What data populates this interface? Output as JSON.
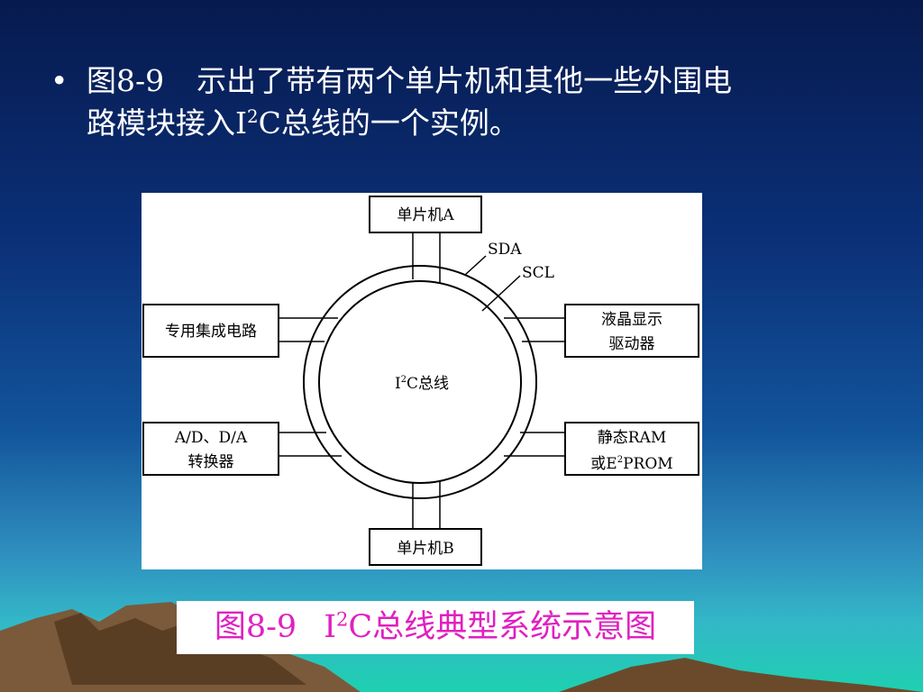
{
  "slide": {
    "bullet_symbol": "•",
    "bullet_line1_a": "图8-9",
    "bullet_line1_b": "示出了带有两个单片机和其他一些外围电",
    "bullet_line2_a": "路模块接入I",
    "bullet_line2_sup": "2",
    "bullet_line2_b": "C总线的一个实例。"
  },
  "diagram": {
    "bus_label_a": "I",
    "bus_label_sup": "2",
    "bus_label_b": "C总线",
    "sda_label": "SDA",
    "scl_label": "SCL",
    "mcu_a": "单片机A",
    "mcu_b": "单片机B",
    "asic": "专用集成电路",
    "lcd_line1": "液晶显示",
    "lcd_line2": "驱动器",
    "adc_line1": "A/D、D/A",
    "adc_line2": "转换器",
    "mem_line1": "静态RAM",
    "mem_line2_a": "或E",
    "mem_line2_sup": "2",
    "mem_line2_b": "PROM"
  },
  "caption": {
    "prefix": "图8-9",
    "label_a": "I",
    "label_sup": "2",
    "label_b": "C总线典型系统示意图"
  },
  "colors": {
    "caption_text": "#e020c0",
    "bullet_text": "#ffffff",
    "background_top": "#071a4e",
    "background_bottom": "#1ed0b0"
  }
}
